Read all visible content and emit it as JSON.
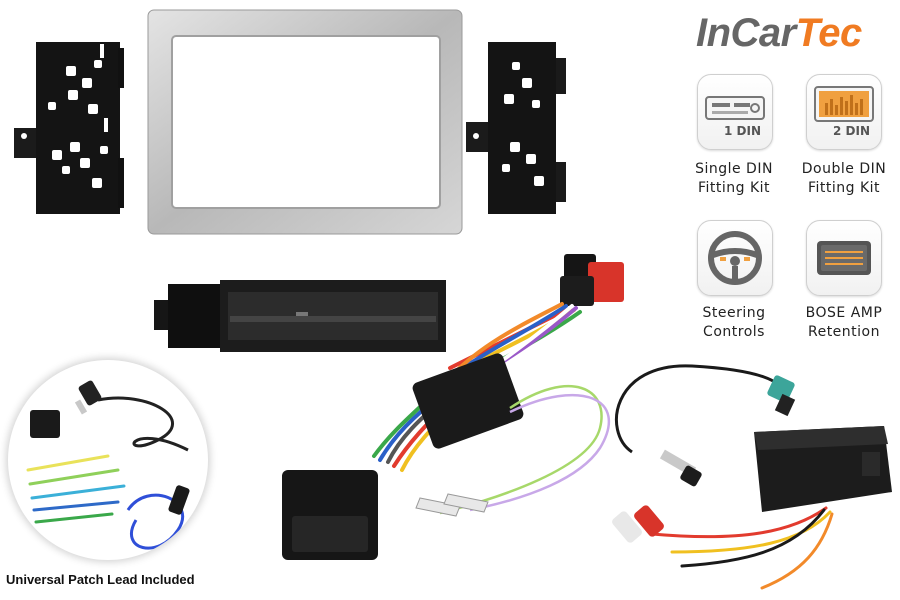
{
  "brand": {
    "part_a": "InCar",
    "part_b": "Tec",
    "color_a": "#666666",
    "color_b": "#f07b22"
  },
  "features": [
    {
      "icon": "single-din-radio-icon",
      "badge": "1 DIN",
      "label_line1": "Single DIN",
      "label_line2": "Fitting Kit"
    },
    {
      "icon": "double-din-radio-icon",
      "badge": "2 DIN",
      "label_line1": "Double DIN",
      "label_line2": "Fitting Kit"
    },
    {
      "icon": "steering-wheel-icon",
      "badge": "",
      "label_line1": "Steering",
      "label_line2": "Controls"
    },
    {
      "icon": "bose-amp-icon",
      "badge": "",
      "label_line1": "BOSE AMP",
      "label_line2": "Retention"
    }
  ],
  "patch_lead": {
    "caption": "Universal Patch Lead Included"
  },
  "colors": {
    "accent": "#f07b22",
    "frame_silver": "#c9c9c9",
    "bracket_black": "#151515"
  }
}
